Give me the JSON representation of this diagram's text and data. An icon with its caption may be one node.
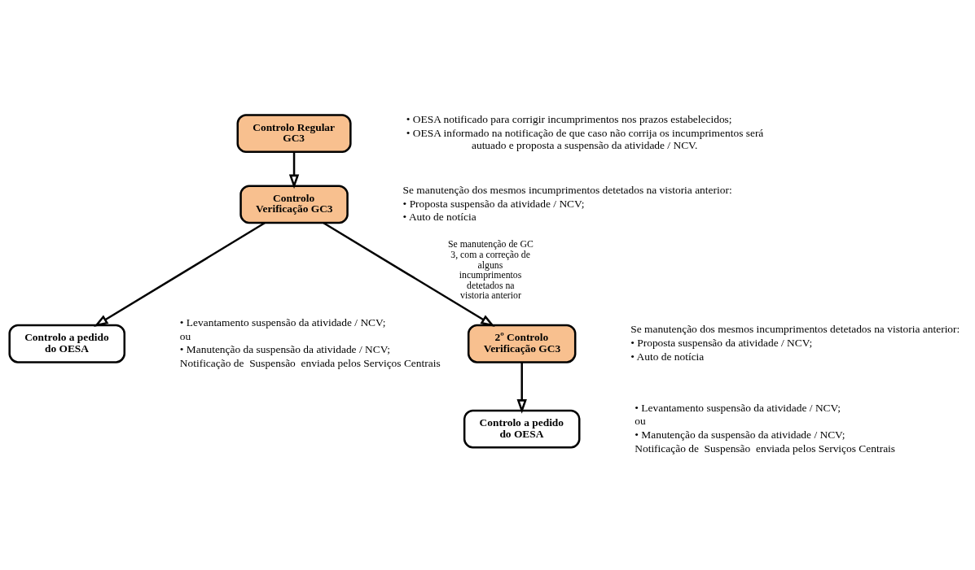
{
  "diagram": {
    "nodes": [
      {
        "text": [
          "Controlo Regular GC3"
        ],
        "beside": [
          "• OESA notificado para corrigir incumprimentos nos prazos estabelecidos;",
          "• OESA informado na notificação de que caso não corrija os incumprimentos será autuado e proposta a suspensão da atividade / NCV."
        ]
      },
      {
        "text": [
          "Controlo Verificação GC3"
        ],
        "beside": [
          "Se manutenção dos mesmos incumprimentos detetados na vistoria anterior:",
          "• Proposta suspensão da atividade / NCV;",
          "• Auto de notícia"
        ]
      },
      {
        "text": [
          "Controlo a pedido do OESA"
        ],
        "beside": [
          "• Levantamento suspensão da atividade / NCV;",
          "ou",
          "• Manutenção da suspensão da atividade / NCV;",
          "Notificação de  Suspensão  enviada pelos Serviços Centrais"
        ]
      },
      {
        "text": [
          "2º Controlo Verificação GC3"
        ],
        "beside": [
          "Se manutenção dos mesmos incumprimentos detetados na vistoria anterior:",
          "• Proposta suspensão da atividade / NCV;",
          "• Auto de notícia"
        ]
      },
      {
        "text": [
          "Controlo a pedido do OESA"
        ],
        "beside": [
          "• Levantamento suspensão da atividade / NCV;",
          "ou",
          "• Manutenção da suspensão da atividade / NCV;",
          "Notificação de  Suspensão  enviada pelos Serviços Centrais"
        ]
      }
    ],
    "edges": [
      {
        "from": 0,
        "to": 1,
        "arrow": "to"
      },
      {
        "from": 1,
        "to": 2,
        "arrow": "to"
      },
      {
        "from": 1,
        "to": 3,
        "arrow": "to",
        "label": "Se manutenção de GC 3, com a correção de alguns incumprimentos detetados na vistoria anterior"
      },
      {
        "from": 3,
        "to": 4,
        "arrow": "to"
      }
    ]
  }
}
